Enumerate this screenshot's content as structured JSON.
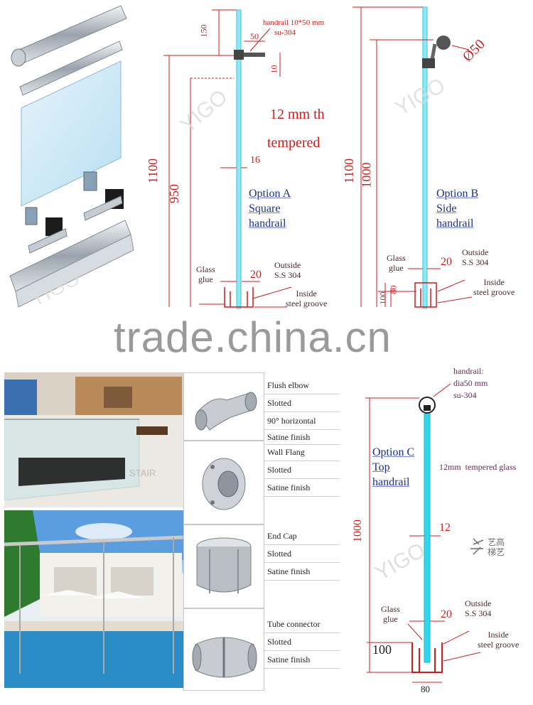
{
  "options": {
    "a": {
      "line1": "Option A",
      "line2": "Square",
      "line3": "handrail"
    },
    "b": {
      "line1": "Option B",
      "line2": "Side",
      "line3": "handrail"
    },
    "c": {
      "line1": "Option C",
      "line2": "Top",
      "line3": "handrail"
    }
  },
  "diagram_a": {
    "handrail_note": "handrail 10*50 mm",
    "handrail_material": "su-304",
    "dim_150": "150",
    "dim_50": "50",
    "dim_10": "10",
    "glass_line1": "12 mm th",
    "glass_line2": "tempered",
    "dim_16": "16",
    "dim_1100": "1100",
    "dim_950": "950",
    "glass_glue": "Glass\nglue",
    "dim_20": "20",
    "outside": "Outside\nS.S 304",
    "inside": "Inside\nsteel groove"
  },
  "diagram_b": {
    "dim_phi50": "Ø50",
    "dim_1100": "1100",
    "dim_1000": "1000",
    "glass_glue": "Glass\nglue",
    "dim_20": "20",
    "outside": "Outside\nS.S 304",
    "inside": "Inside\nsteel groove",
    "dim_100": "100",
    "dim_80": "80"
  },
  "diagram_c": {
    "handrail_note": "handrail:\ndia50 mm\nsu-304",
    "glass_note": "12mm  tempered glass",
    "dim_12": "12",
    "dim_1000": "1000",
    "glass_glue": "Glass\nglue",
    "dim_20": "20",
    "outside": "Outside\nS.S 304",
    "inside": "Inside\nsteel groove",
    "dim_100": "100",
    "dim_80": "80"
  },
  "watermarks": {
    "yigo": "YIGO",
    "trade": "trade.china.cn",
    "stair": "STAIR",
    "logo_cn": "艺高\n梯艺"
  },
  "accessories": [
    {
      "name": "Flush elbow",
      "lines": [
        "Slotted",
        "90° horizontal",
        "Satine finish"
      ],
      "icon": "elbow-icon"
    },
    {
      "name": "Wall Flang",
      "lines": [
        "Slotted",
        "Satine finish"
      ],
      "icon": "flange-icon"
    },
    {
      "name": "End Cap",
      "lines": [
        "Slotted",
        "Satine finish"
      ],
      "icon": "end-cap-icon"
    },
    {
      "name": "Tube connector",
      "lines": [
        "Slotted",
        "Satine finish"
      ],
      "icon": "tube-connector-icon"
    }
  ],
  "colors": {
    "dimension": "#c81e1e",
    "glass": "#33d6e8",
    "option_text": "#1b2f8c"
  }
}
